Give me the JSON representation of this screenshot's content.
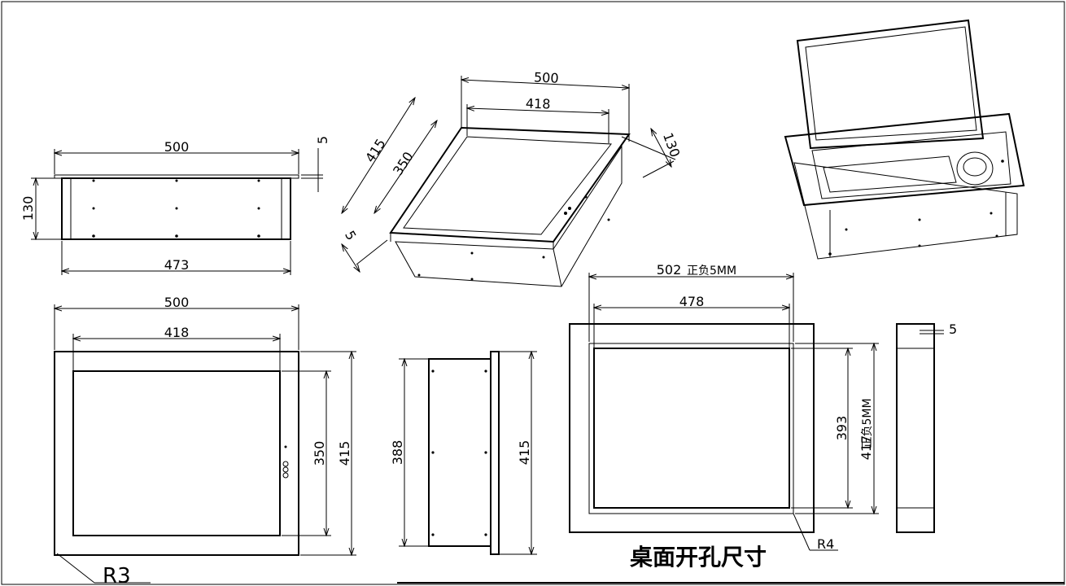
{
  "drawing": {
    "front": {
      "width_top": "500",
      "thickness": "5",
      "height": "130",
      "width_bottom": "473"
    },
    "isometric_frame": {
      "outer_width": "500",
      "inner_width": "418",
      "outer_depth": "415",
      "inner_depth": "350",
      "height": "130",
      "flange": "5"
    },
    "plan": {
      "outer_width": "500",
      "inner_width": "418",
      "inner_height": "350",
      "outer_height": "415",
      "radius": "R3"
    },
    "side": {
      "body_height": "388",
      "flange_height": "415"
    },
    "cutout": {
      "width": "502",
      "width_tol": "正负5MM",
      "inner_width": "478",
      "inner_height": "393",
      "height": "417",
      "height_tol": "正负5MM",
      "radius": "R4",
      "title": "桌面开孔尺寸"
    },
    "edge": {
      "thickness": "5"
    }
  }
}
